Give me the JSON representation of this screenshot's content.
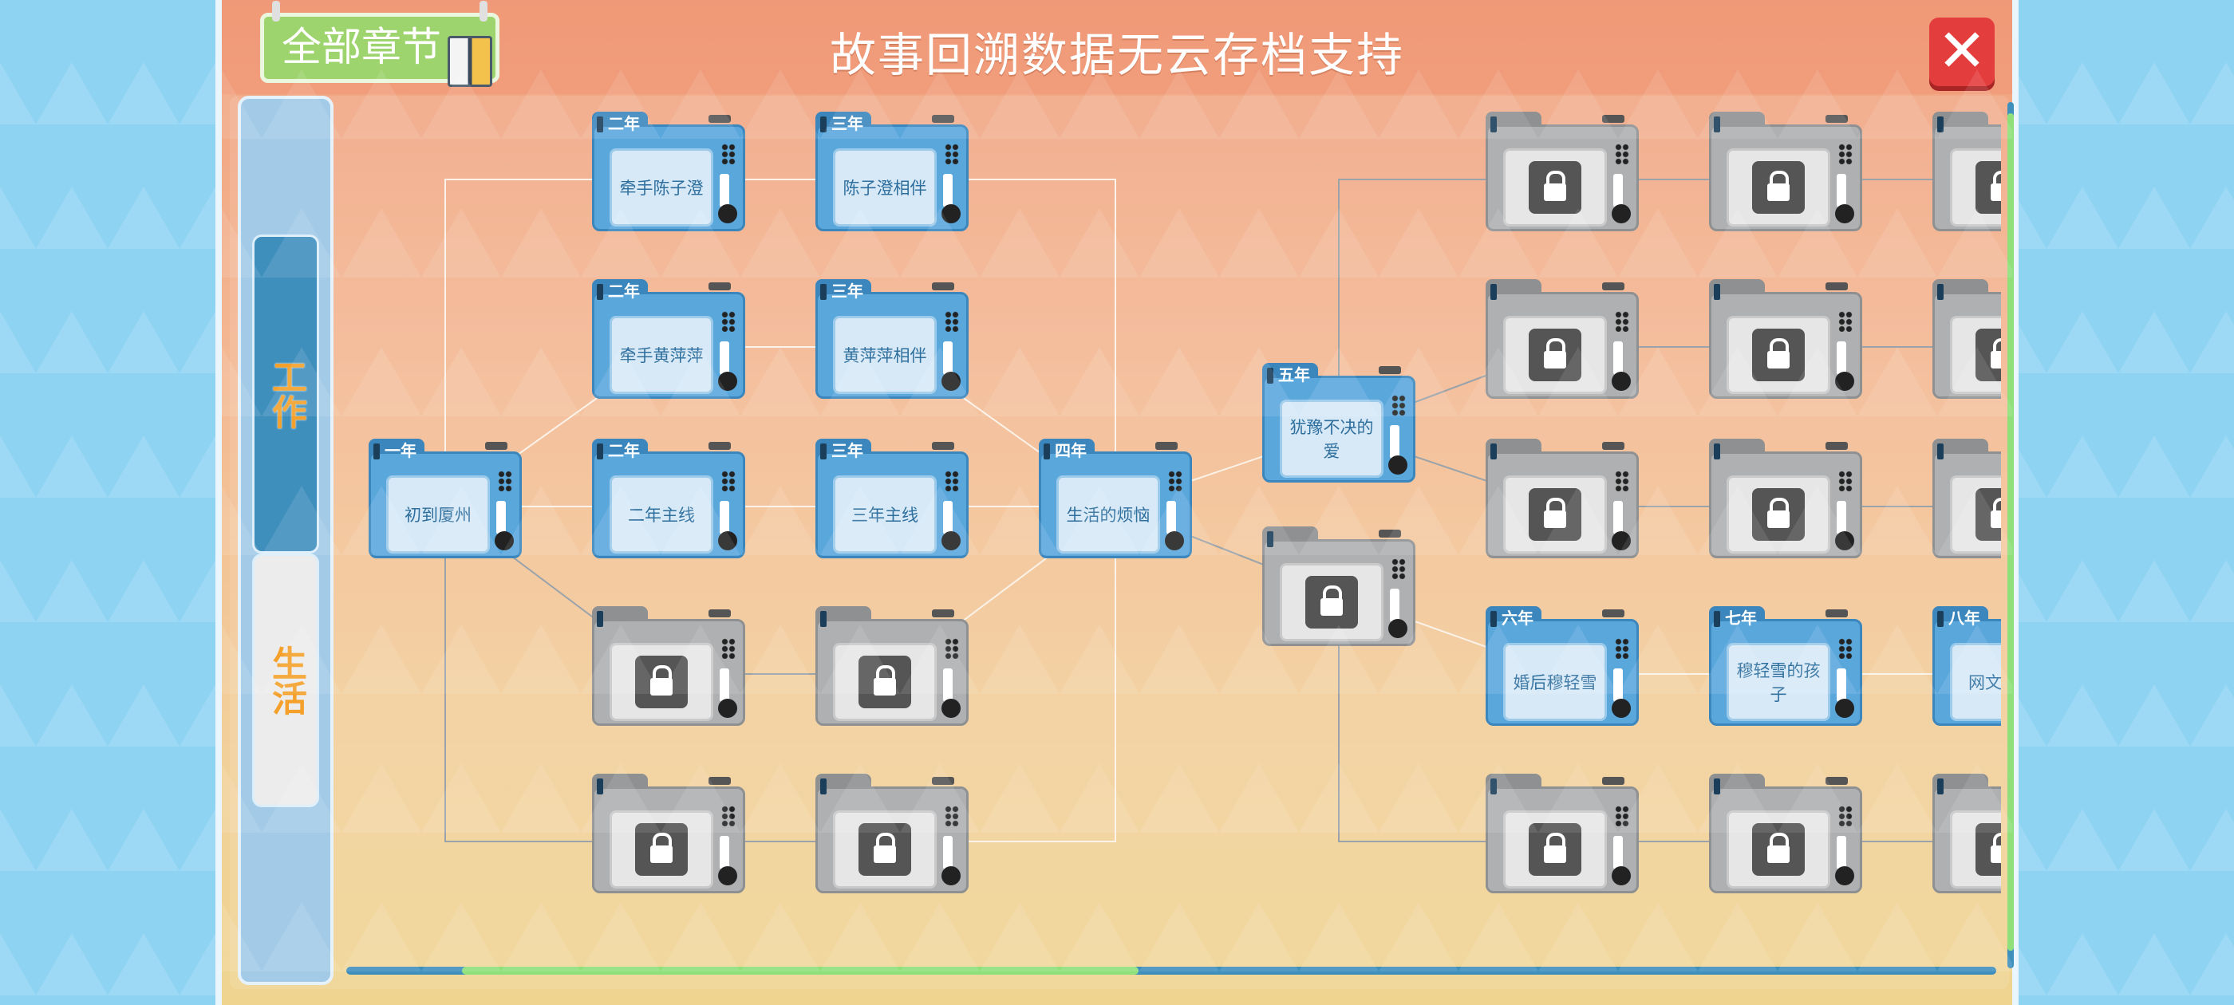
{
  "header": {
    "title": "故事回溯数据无云存档支持",
    "chapters_tab_label": "全部章节",
    "close_label": "✕"
  },
  "sidebar": {
    "tabs": [
      {
        "label": "工作",
        "active": true
      },
      {
        "label": "生活",
        "active": false
      }
    ]
  },
  "tree": {
    "nodes": [
      {
        "id": "n1",
        "year": "一年",
        "label": "初到厦州",
        "locked": false
      },
      {
        "id": "n2a",
        "year": "二年",
        "label": "牵手陈子澄",
        "locked": false
      },
      {
        "id": "n2b",
        "year": "二年",
        "label": "牵手黄萍萍",
        "locked": false
      },
      {
        "id": "n2c",
        "year": "二年",
        "label": "二年主线",
        "locked": false
      },
      {
        "id": "n2d",
        "year": "",
        "label": "",
        "locked": true
      },
      {
        "id": "n2e",
        "year": "",
        "label": "",
        "locked": true
      },
      {
        "id": "n3a",
        "year": "三年",
        "label": "陈子澄相伴",
        "locked": false
      },
      {
        "id": "n3b",
        "year": "三年",
        "label": "黄萍萍相伴",
        "locked": false
      },
      {
        "id": "n3c",
        "year": "三年",
        "label": "三年主线",
        "locked": false
      },
      {
        "id": "n3d",
        "year": "",
        "label": "",
        "locked": true
      },
      {
        "id": "n3e",
        "year": "",
        "label": "",
        "locked": true
      },
      {
        "id": "n4",
        "year": "四年",
        "label": "生活的烦恼",
        "locked": false
      },
      {
        "id": "n5a",
        "year": "五年",
        "label": "犹豫不决的爱",
        "locked": false
      },
      {
        "id": "n5b",
        "year": "",
        "label": "",
        "locked": true
      },
      {
        "id": "n6a",
        "year": "",
        "label": "",
        "locked": true
      },
      {
        "id": "n6b",
        "year": "",
        "label": "",
        "locked": true
      },
      {
        "id": "n6c",
        "year": "",
        "label": "",
        "locked": true
      },
      {
        "id": "n6d",
        "year": "六年",
        "label": "婚后穆轻雪",
        "locked": false
      },
      {
        "id": "n6e",
        "year": "",
        "label": "",
        "locked": true
      },
      {
        "id": "n7a",
        "year": "",
        "label": "",
        "locked": true
      },
      {
        "id": "n7b",
        "year": "",
        "label": "",
        "locked": true
      },
      {
        "id": "n7c",
        "year": "",
        "label": "",
        "locked": true
      },
      {
        "id": "n7d",
        "year": "七年",
        "label": "穆轻雪的孩子",
        "locked": false
      },
      {
        "id": "n7e",
        "year": "",
        "label": "",
        "locked": true
      },
      {
        "id": "n8a",
        "year": "",
        "label": "",
        "locked": true
      },
      {
        "id": "n8b",
        "year": "",
        "label": "",
        "locked": true
      },
      {
        "id": "n8c",
        "year": "",
        "label": "",
        "locked": true
      },
      {
        "id": "n8d",
        "year": "八年",
        "label": "网文大神",
        "locked": false
      },
      {
        "id": "n8e",
        "year": "",
        "label": "",
        "locked": true
      }
    ]
  },
  "scroll": {
    "horizontal_thumb_start": 0.07,
    "horizontal_thumb_end": 0.48
  }
}
